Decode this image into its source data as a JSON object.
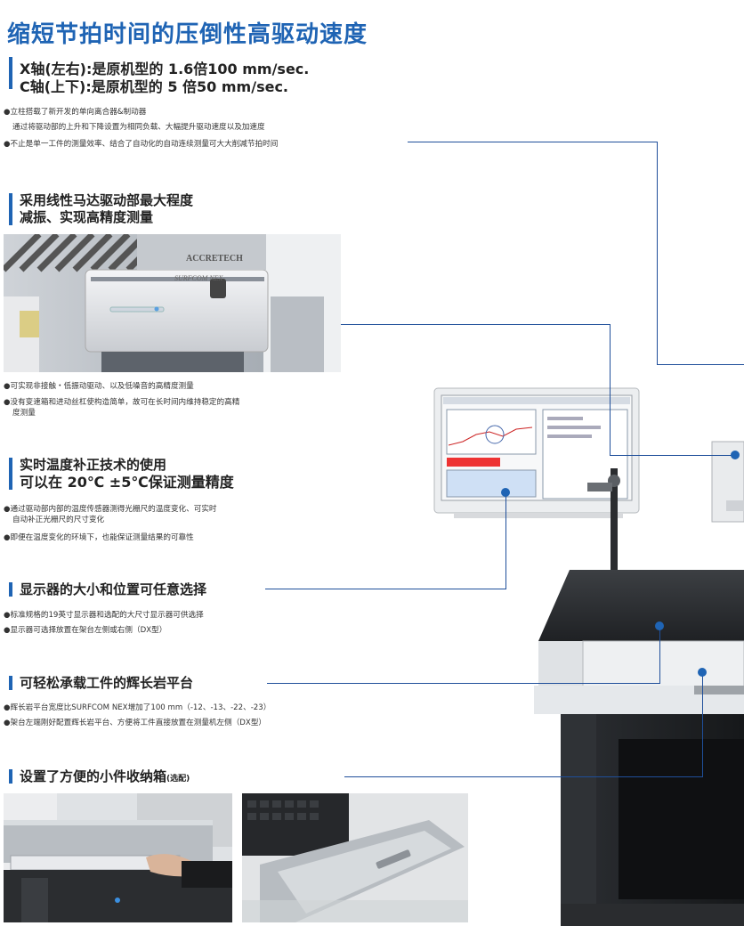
{
  "title": "缩短节拍时间的压倒性高驱动速度",
  "spec": {
    "x_axis": "X轴(左右):是原机型的 1.6倍100 mm/sec.",
    "c_axis": "C轴(上下):是原机型的  5 倍50 mm/sec."
  },
  "speed_bullets": [
    "●立柱搭载了新开发的单向离合器&制动器",
    "通过将驱动部的上升和下降设置为相同负载、大幅提升驱动速度以及加速度",
    "●不止是单一工件的测量效率、结合了自动化的自动连续测量可大大削减节拍时间"
  ],
  "linear_motor": {
    "heading_1": "采用线性马达驱动部最大程度",
    "heading_2": "减振、实现高精度测量",
    "photo_brand": "ACCRETECH",
    "photo_model": "SURFCOM NEX",
    "bullets": [
      "●可实现非接触・低振动驱动、以及低噪音的高精度测量",
      "●没有变速箱和进动丝杠使构造简单，故可在长时间内维持稳定的高精",
      "度测量"
    ]
  },
  "temperature": {
    "heading_1": "实时温度补正技术的使用",
    "heading_2": "可以在 20℃ ±5℃保证测量精度",
    "bullets": [
      "●通过驱动部内部的温度传感器测得光栅尺的温度变化、可实时",
      "自动补正光栅尺的尺寸变化",
      "●即便在温度变化的环境下，也能保证测量结果的可靠性"
    ]
  },
  "display": {
    "heading": "显示器的大小和位置可任意选择",
    "bullets": [
      "●标准规格的19英寸显示器和选配的大尺寸显示器可供选择",
      "●显示器可选择放置在架台左侧或右侧（DX型）"
    ]
  },
  "granite": {
    "heading": "可轻松承载工件的辉长岩平台",
    "bullets": [
      "●辉长岩平台宽度比SURFCOM NEX增加了100 mm（-12、-13、-22、-23）",
      "●架台左端刚好配置辉长岩平台、方便将工件直接放置在测量机左侧（DX型）"
    ]
  },
  "storage": {
    "heading": "设置了方便的小件收纳箱",
    "heading_note": "(选配)"
  },
  "colors": {
    "accent": "#1f64b4",
    "line": "#1f4f9a"
  }
}
